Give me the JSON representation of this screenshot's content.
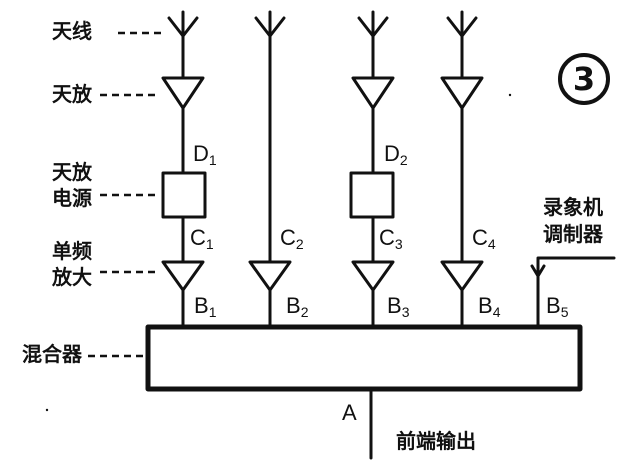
{
  "labels": {
    "antenna": "天线",
    "amplifier": "天放",
    "power_line1": "天放",
    "power_line2": "电源",
    "single_line1": "单频",
    "single_line2": "放大",
    "mixer": "混合器",
    "recorder_line1": "录象机",
    "recorder_line2": "调制器",
    "output": "前端输出"
  },
  "badge": "3",
  "signals": {
    "D1": {
      "main": "D",
      "sub": "1"
    },
    "D2": {
      "main": "D",
      "sub": "2"
    },
    "C1": {
      "main": "C",
      "sub": "1"
    },
    "C2": {
      "main": "C",
      "sub": "2"
    },
    "C3": {
      "main": "C",
      "sub": "3"
    },
    "C4": {
      "main": "C",
      "sub": "4"
    },
    "B1": {
      "main": "B",
      "sub": "1"
    },
    "B2": {
      "main": "B",
      "sub": "2"
    },
    "B3": {
      "main": "B",
      "sub": "3"
    },
    "B4": {
      "main": "B",
      "sub": "4"
    },
    "B5": {
      "main": "B",
      "sub": "5"
    },
    "A": {
      "main": "A",
      "sub": ""
    }
  }
}
